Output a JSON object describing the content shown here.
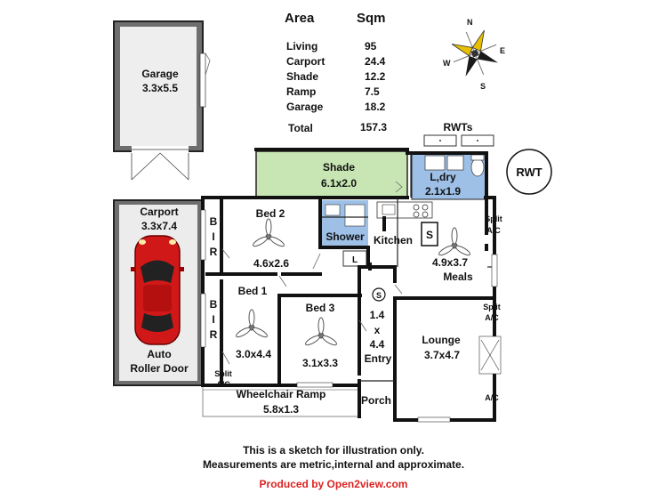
{
  "area_table": {
    "header_area": "Area",
    "header_sqm": "Sqm",
    "rows": [
      {
        "name": "Living",
        "value": "95"
      },
      {
        "name": "Carport",
        "value": "24.4"
      },
      {
        "name": "Shade",
        "value": "12.2"
      },
      {
        "name": "Ramp",
        "value": "7.5"
      },
      {
        "name": "Garage",
        "value": "18.2"
      }
    ],
    "total_label": "Total",
    "total_value": "157.3"
  },
  "compass": {
    "n": "N",
    "e": "E",
    "s": "S",
    "w": "W"
  },
  "rooms": {
    "garage_name": "Garage",
    "garage_size": "3.3x5.5",
    "carport_name": "Carport",
    "carport_size": "3.3x7.4",
    "auto": "Auto",
    "roller_door": "Roller Door",
    "shade_name": "Shade",
    "shade_size": "6.1x2.0",
    "laundry_name": "L,dry",
    "laundry_size": "2.1x1.9",
    "rwts": "RWTs",
    "rwt": "RWT",
    "bed2_name": "Bed 2",
    "bed2_size": "4.6x2.6",
    "bed1_name": "Bed 1",
    "bed1_size": "3.0x4.4",
    "bed3_name": "Bed 3",
    "bed3_size": "3.1x3.3",
    "shower": "Shower",
    "l": "L",
    "kitchen": "Kitchen",
    "s": "S",
    "meals_size": "4.9x3.7",
    "meals_name": "Meals",
    "entry_1": "1.4",
    "entry_x": "x",
    "entry_2": "4.4",
    "entry_name": "Entry",
    "lounge_name": "Lounge",
    "lounge_size": "3.7x4.7",
    "porch": "Porch",
    "ramp_name": "Wheelchair Ramp",
    "ramp_size": "5.8x1.3",
    "bir_b": "B",
    "bir_i": "I",
    "bir_r": "R",
    "split": "Split",
    "ac": "A/C"
  },
  "notes": {
    "line1": "This is a sketch for illustration only.",
    "line2": "Measurements are metric,internal and approximate.",
    "credit": "Produced by Open2view.com"
  },
  "colors": {
    "wall": "#111111",
    "garage": "#6e6e6e",
    "shade": "#c8e6b4",
    "wet": "#9ec0e6",
    "car": "#d01818"
  }
}
